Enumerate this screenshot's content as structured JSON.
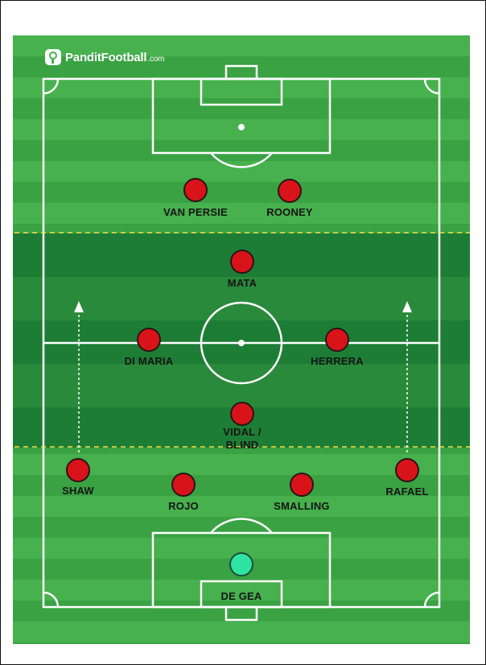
{
  "brand": {
    "name": "PanditFootball",
    "domain": ".com"
  },
  "formation": {
    "players": [
      {
        "id": "van-persie",
        "label": "VAN PERSIE",
        "role": "outfield"
      },
      {
        "id": "rooney",
        "label": "ROONEY",
        "role": "outfield"
      },
      {
        "id": "mata",
        "label": "MATA",
        "role": "outfield"
      },
      {
        "id": "di-maria",
        "label": "DI MARIA",
        "role": "outfield"
      },
      {
        "id": "herrera",
        "label": "HERRERA",
        "role": "outfield"
      },
      {
        "id": "vidal-blind",
        "label": "VIDAL /\nBLIND",
        "role": "outfield"
      },
      {
        "id": "shaw",
        "label": "SHAW",
        "role": "outfield"
      },
      {
        "id": "rafael",
        "label": "RAFAEL",
        "role": "outfield"
      },
      {
        "id": "rojo",
        "label": "ROJO",
        "role": "outfield"
      },
      {
        "id": "smalling",
        "label": "SMALLING",
        "role": "outfield"
      },
      {
        "id": "de-gea",
        "label": "DE GEA",
        "role": "goalkeeper"
      }
    ]
  },
  "colors": {
    "outfield_player": "#d8141a",
    "goalkeeper": "#2fe4a2",
    "pitch_light": "#46b14d",
    "pitch_dark": "#3aa243",
    "midfield_zone": "#1d7d35",
    "zone_boundary": "#f2e24a"
  }
}
